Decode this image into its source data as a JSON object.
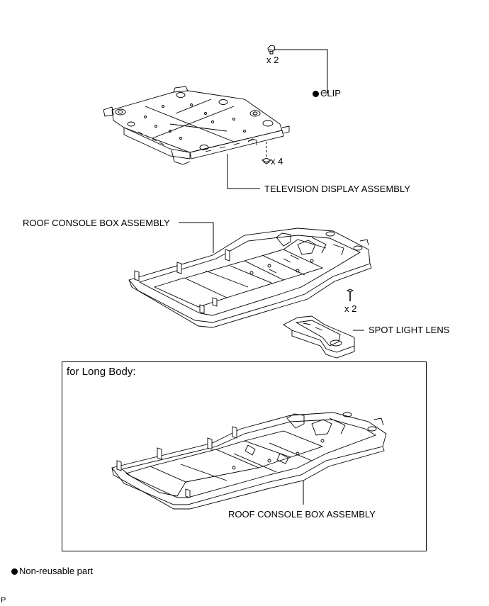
{
  "labels": {
    "clip_qty": "x 2",
    "clip": "CLIP",
    "screw_qty_4": "x 4",
    "tv_display": "TELEVISION DISPLAY ASSEMBLY",
    "roof_console_top": "ROOF CONSOLE BOX ASSEMBLY",
    "screw_qty_2": "x 2",
    "spot_light_lens": "SPOT LIGHT LENS",
    "long_body_title": "for Long Body:",
    "roof_console_long": "ROOF CONSOLE BOX ASSEMBLY",
    "legend_non_reusable": "Non-reusable part",
    "corner_code": "P"
  }
}
